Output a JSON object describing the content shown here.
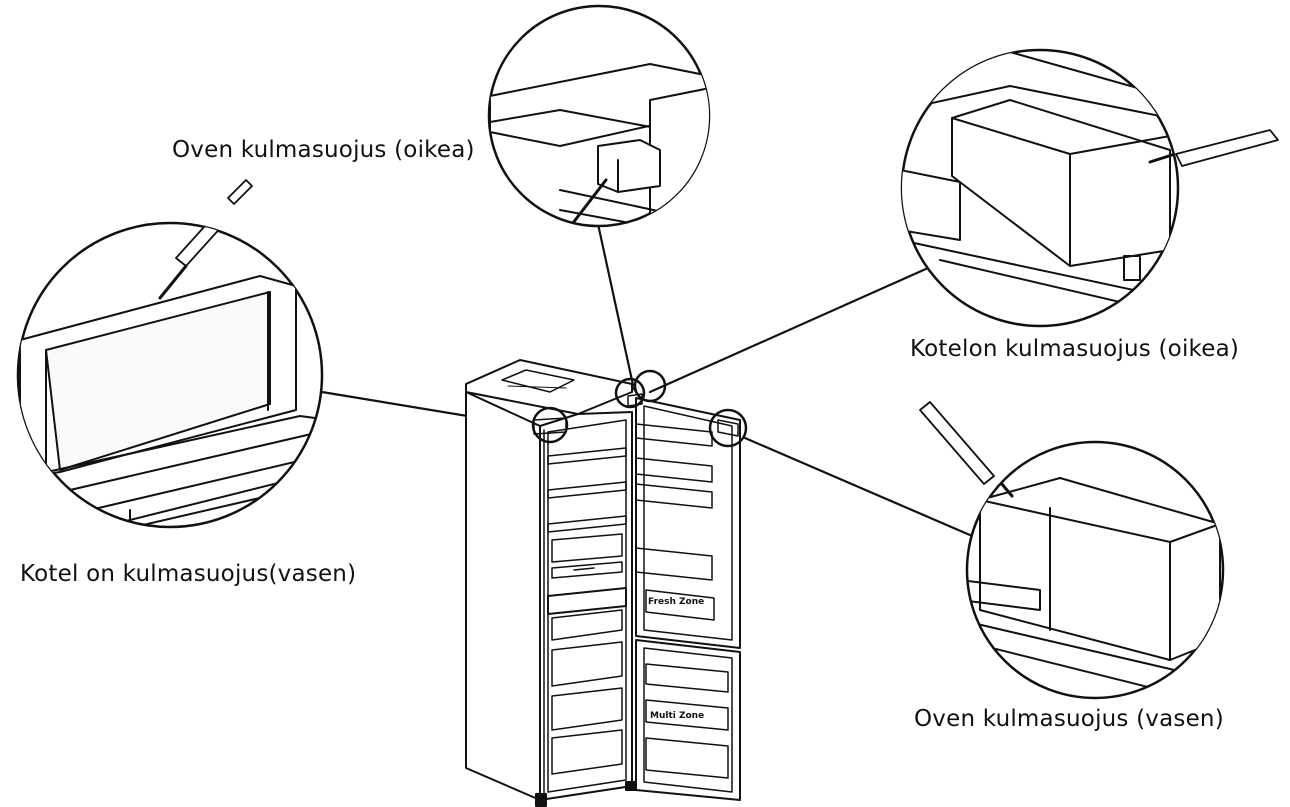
{
  "labels": {
    "door_cover_right": "Oven kulmasuojus (oikea)",
    "cabinet_cover_right": "Kotelon kulmasuojus (oikea)",
    "cabinet_cover_left": "Kotel on kulmasuojus(vasen)",
    "door_cover_left": "Oven kulmasuojus (vasen)"
  },
  "door_labels": {
    "upper": "Fresh Zone",
    "lower": "Multi Zone"
  },
  "colors": {
    "line": "#111111",
    "background": "#ffffff",
    "panel": "#f4f4f4"
  }
}
